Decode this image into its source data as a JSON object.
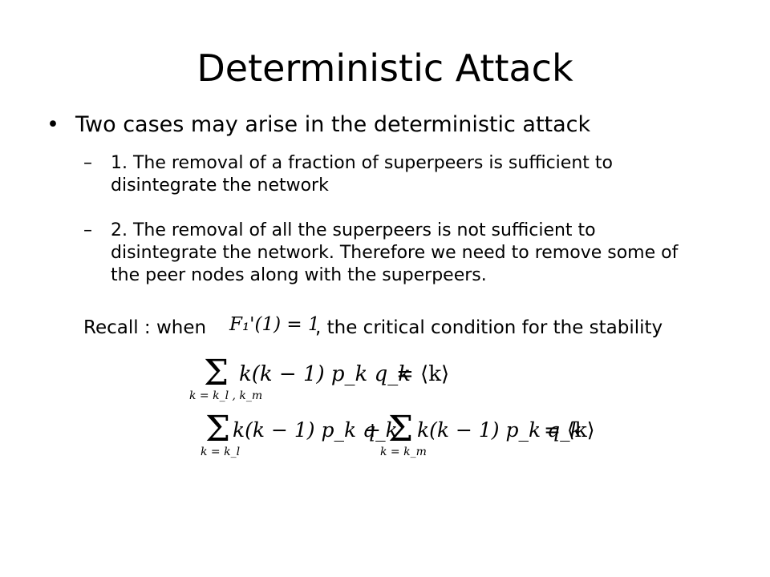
{
  "slide": {
    "title": "Deterministic Attack",
    "bullet": {
      "marker": "•",
      "text": "Two cases may arise in the deterministic attack"
    },
    "subpoints": [
      {
        "marker": "–",
        "text": "1. The removal of a fraction of superpeers is sufficient to disintegrate the network"
      },
      {
        "marker": "–",
        "text": "2. The removal of all the superpeers is not sufficient to disintegrate the network. Therefore we need to remove some of the peer nodes along with the superpeers."
      }
    ],
    "recall_prefix": "Recall : when",
    "recall_suffix": ", the critical condition for the stability",
    "inline_formula": "F₁'(1) = 1",
    "equation1": {
      "sigma": "Σ",
      "lower_limit": "k = k_l , k_m",
      "term": "k(k − 1) p_k q_k",
      "rhs": "= ⟨k⟩"
    },
    "equation2": {
      "sigma": "Σ",
      "lower_limit_1": "k = k_l",
      "term_1": "k(k − 1) p_k q_k",
      "plus": "+",
      "lower_limit_2": "k = k_m",
      "term_2": "k(k − 1) p_k q_k",
      "rhs": "= ⟨k⟩"
    }
  }
}
